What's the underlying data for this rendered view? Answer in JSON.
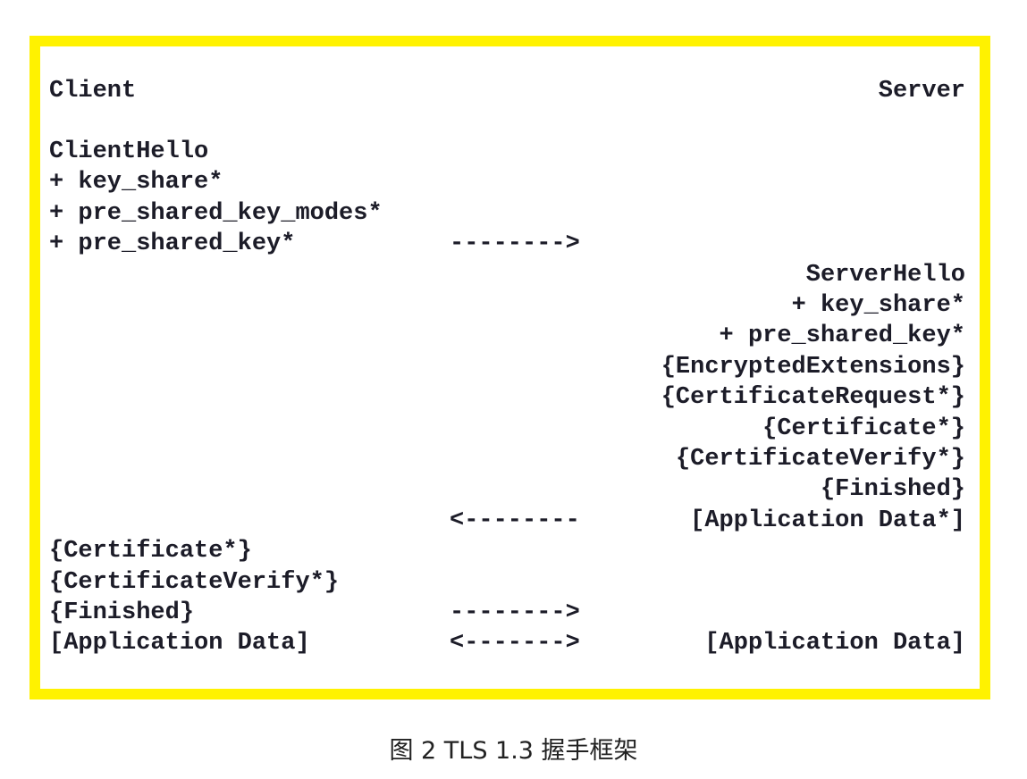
{
  "diagram": {
    "client_label": "Client",
    "server_label": "Server",
    "rows": [
      {
        "left": "ClientHello",
        "arrow": "",
        "right": ""
      },
      {
        "left": "+ key_share*",
        "arrow": "",
        "right": ""
      },
      {
        "left": "+ pre_shared_key_modes*",
        "arrow": "",
        "right": ""
      },
      {
        "left": "+ pre_shared_key*",
        "arrow": "-------->",
        "right": ""
      },
      {
        "left": "",
        "arrow": "",
        "right": "ServerHello"
      },
      {
        "left": "",
        "arrow": "",
        "right": "+ key_share*"
      },
      {
        "left": "",
        "arrow": "",
        "right": "+ pre_shared_key*"
      },
      {
        "left": "",
        "arrow": "",
        "right": "{EncryptedExtensions}"
      },
      {
        "left": "",
        "arrow": "",
        "right": "{CertificateRequest*}"
      },
      {
        "left": "",
        "arrow": "",
        "right": "{Certificate*}"
      },
      {
        "left": "",
        "arrow": "",
        "right": "{CertificateVerify*}"
      },
      {
        "left": "",
        "arrow": "",
        "right": "{Finished}"
      },
      {
        "left": "",
        "arrow": "<--------",
        "right": "[Application Data*]"
      },
      {
        "left": "{Certificate*}",
        "arrow": "",
        "right": ""
      },
      {
        "left": "{CertificateVerify*}",
        "arrow": "",
        "right": ""
      },
      {
        "left": "{Finished}",
        "arrow": "-------->",
        "right": ""
      },
      {
        "left": "[Application Data]",
        "arrow": "<------->",
        "right": "[Application Data]"
      }
    ]
  },
  "caption": "图 2  TLS 1.3 握手框架",
  "colors": {
    "border": "#fff200",
    "text": "#1c1c28"
  }
}
